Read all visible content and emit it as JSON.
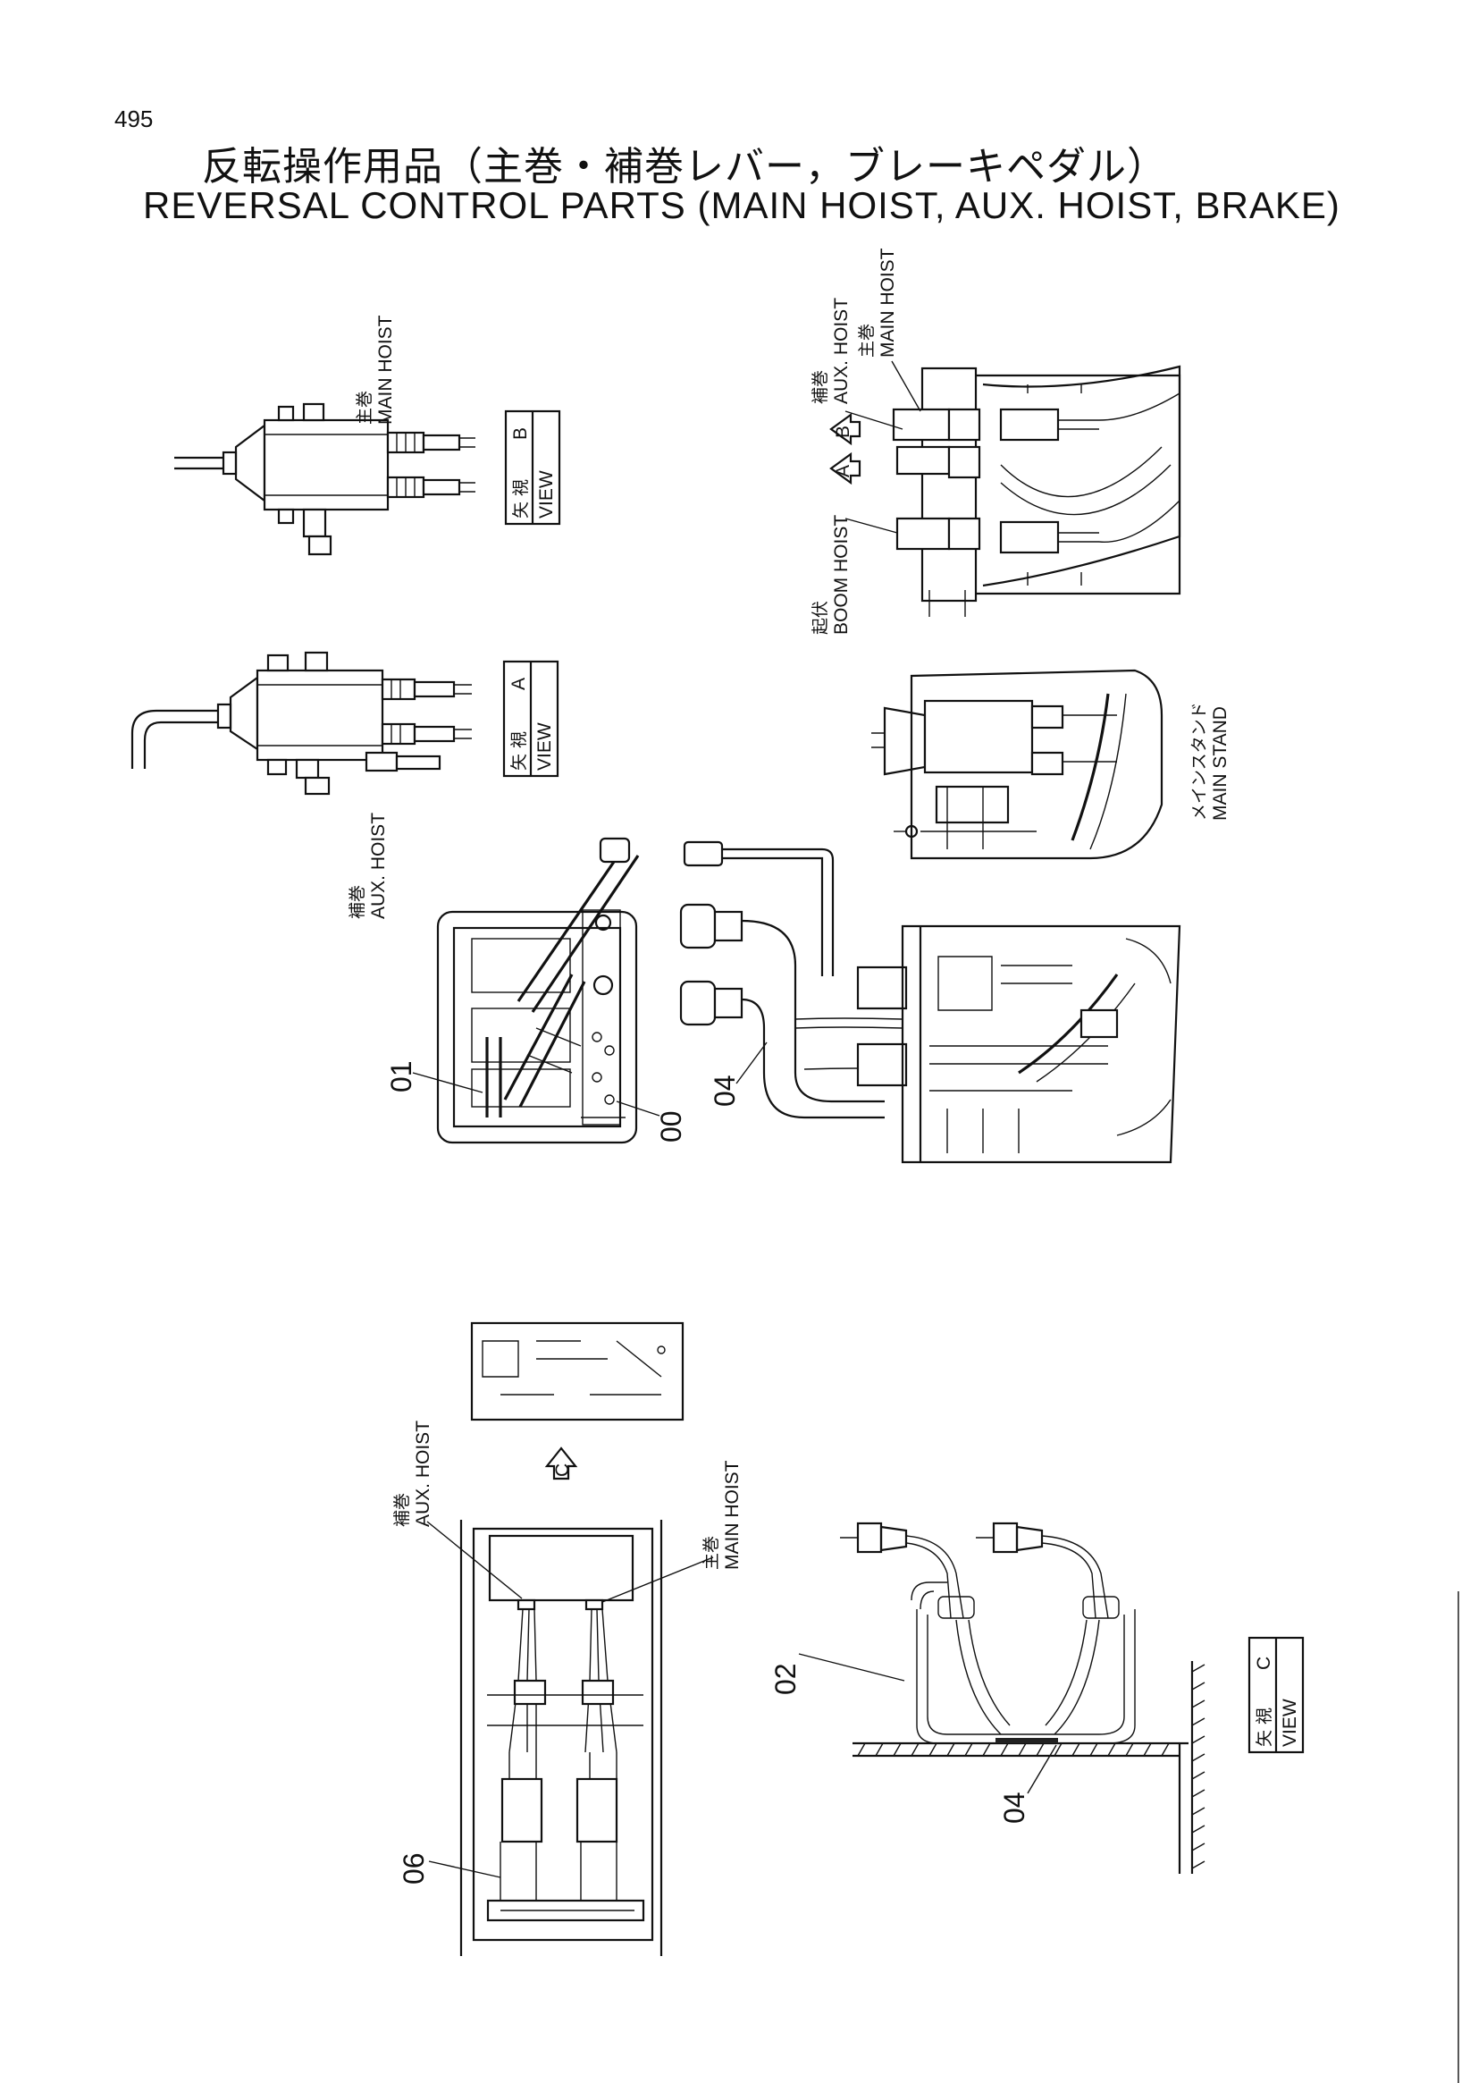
{
  "page_number": "495",
  "title_ja": "反転操作用品（主巻・補巻レバー，ブレーキペダル）",
  "title_en": "REVERSAL CONTROL PARTS (MAIN HOIST, AUX. HOIST, BRAKE)",
  "labels": {
    "main_hoist_ja": "主巻",
    "main_hoist_en": "MAIN HOIST",
    "aux_hoist_ja": "補巻",
    "aux_hoist_en": "AUX. HOIST",
    "boom_hoist_ja": "起伏",
    "boom_hoist_en": "BOOM HOIST",
    "main_stand_ja": "メインスタンド",
    "main_stand_en": "MAIN STAND",
    "view_ja": "矢 視",
    "view_en": "VIEW",
    "view_b": "B",
    "view_a": "A",
    "view_c": "C",
    "arrow_a": "A",
    "arrow_b": "B",
    "arrow_c": "C"
  },
  "part_numbers": {
    "p00": "00",
    "p01": "01",
    "p02": "02",
    "p04a": "04",
    "p04b": "04",
    "p06": "06"
  }
}
